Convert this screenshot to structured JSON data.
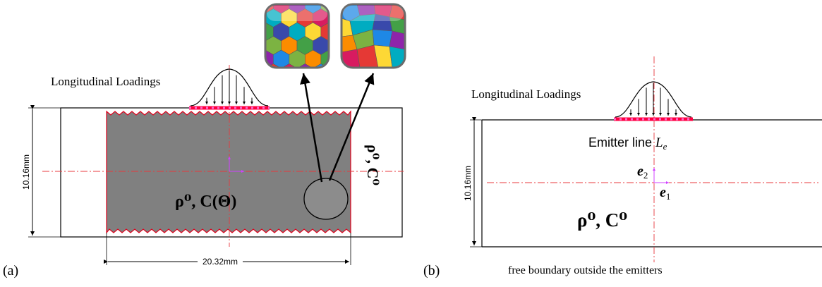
{
  "panel_a": {
    "label": "(a)",
    "loading_label": "Longitudinal Loadings",
    "width_dim": "20.32mm",
    "height_dim": "10.16mm",
    "inner_material": "ρ⁰, C(Θ)",
    "outer_material": "ρ⁰, C⁰",
    "grain_colors": [
      "#e53935",
      "#1e88e5",
      "#43a047",
      "#fdd835",
      "#8e24aa",
      "#fb8c00",
      "#00acc1",
      "#d81b60",
      "#7cb342",
      "#3949ab"
    ]
  },
  "panel_b": {
    "label": "(b)",
    "loading_label": "Longitudinal Loadings",
    "emitter_text": "Emitter line ",
    "emitter_symbol": "L",
    "emitter_sub": "e",
    "e1_symbol": "e",
    "e1_sub": "1",
    "e2_symbol": "e",
    "e2_sub": "2",
    "height_dim": "10.16mm",
    "material": "ρ⁰, C⁰",
    "boundary_text": "free boundary outside the emitters"
  },
  "colors": {
    "grey_fill": "#808080",
    "zigzag": "#e0001b",
    "axis": "#e8383d",
    "emitter": "#ff0040",
    "emitter_dot": "#ff66cc",
    "arrow_magenta": "#d040ff"
  }
}
